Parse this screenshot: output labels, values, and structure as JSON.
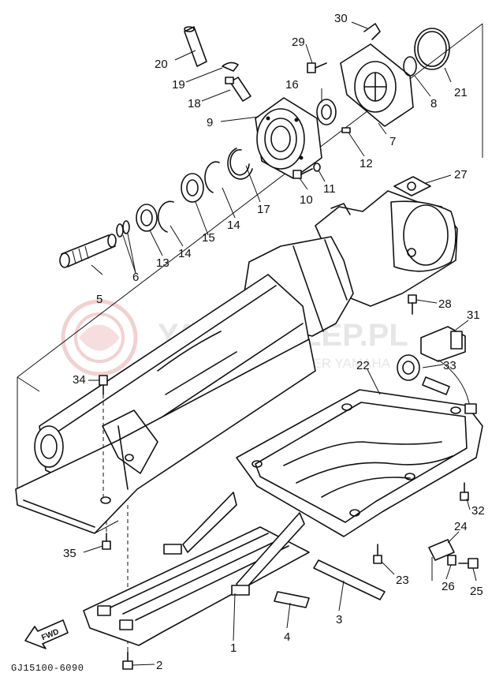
{
  "diagram": {
    "catalog_code": "GJ15100-6090",
    "direction_marker": "FWD",
    "watermark": {
      "title": "YAMA-SKLEP.PL",
      "subtitle": "WOJCIECHOWICZ  DEALER YAMAHA"
    },
    "callouts": {
      "c1": "1",
      "c2": "2",
      "c3": "3",
      "c4": "4",
      "c5": "5",
      "c6": "6",
      "c7": "7",
      "c8": "8",
      "c9": "9",
      "c10": "10",
      "c11": "11",
      "c12": "12",
      "c13": "13",
      "c14a": "14",
      "c14b": "14",
      "c15": "15",
      "c16": "16",
      "c17": "17",
      "c18": "18",
      "c19": "19",
      "c20": "20",
      "c21": "21",
      "c22": "22",
      "c23": "23",
      "c24": "24",
      "c25": "25",
      "c26": "26",
      "c27": "27",
      "c28": "28",
      "c29": "29",
      "c30": "30",
      "c31": "31",
      "c32": "32",
      "c33": "33",
      "c34": "34",
      "c35": "35"
    }
  }
}
